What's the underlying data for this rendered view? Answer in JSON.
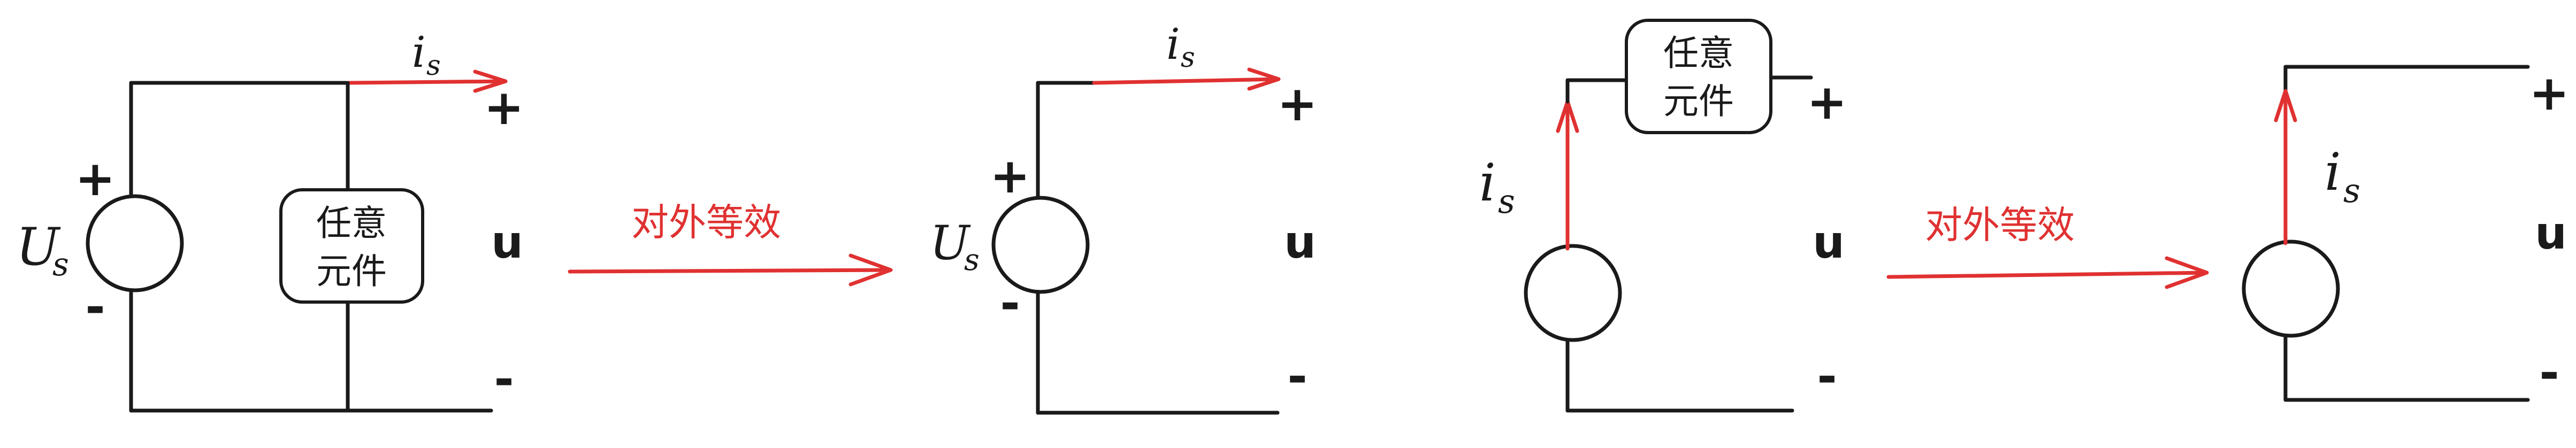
{
  "colors": {
    "wire": "#1a1a1a",
    "accent": "#e03131"
  },
  "diagram1": {
    "source_symbol": "U",
    "source_subscript": "s",
    "current_symbol": "i",
    "current_subscript": "s",
    "plus": "+",
    "minus": "-",
    "element_line1": "任意",
    "element_line2": "元件",
    "terminal_plus": "+",
    "terminal_voltage": "u",
    "terminal_minus": "-"
  },
  "transform1": {
    "label": "对外等效"
  },
  "diagram2": {
    "source_symbol": "U",
    "source_subscript": "s",
    "current_symbol": "i",
    "current_subscript": "s",
    "plus": "+",
    "minus": "-",
    "terminal_plus": "+",
    "terminal_voltage": "u",
    "terminal_minus": "-"
  },
  "diagram3": {
    "current_symbol": "i",
    "current_subscript": "s",
    "element_line1": "任意",
    "element_line2": "元件",
    "terminal_plus": "+",
    "terminal_voltage": "u",
    "terminal_minus": "-"
  },
  "transform2": {
    "label": "对外等效"
  },
  "diagram4": {
    "current_symbol": "i",
    "current_subscript": "s",
    "terminal_plus": "+",
    "terminal_voltage": "u",
    "terminal_minus": "-"
  }
}
